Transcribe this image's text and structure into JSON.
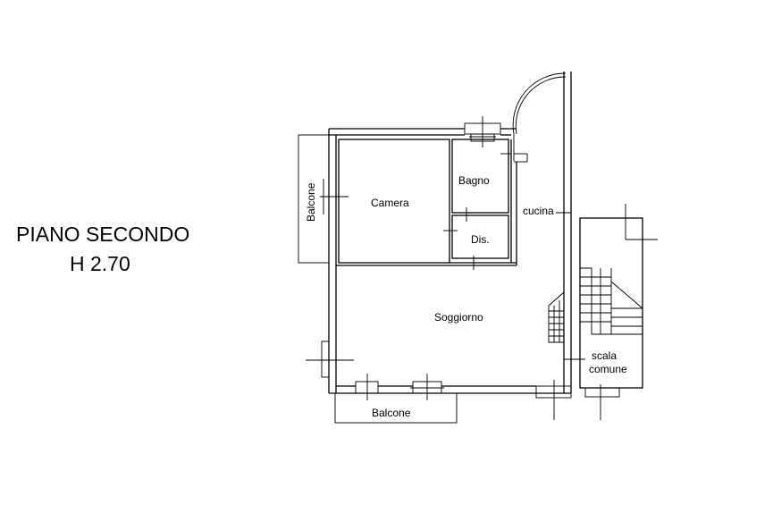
{
  "title": {
    "line1": "PIANO SECONDO",
    "line2": "H 2.70"
  },
  "rooms": {
    "camera": "Camera",
    "bagno": "Bagno",
    "cucina": "cucina",
    "dis": "Dis.",
    "soggiorno": "Soggiorno",
    "balcone_left": "Balcone",
    "balcone_bottom": "Balcone",
    "scala_line1": "scala",
    "scala_line2": "comune"
  },
  "colors": {
    "ink": "#000000",
    "background": "#ffffff"
  }
}
